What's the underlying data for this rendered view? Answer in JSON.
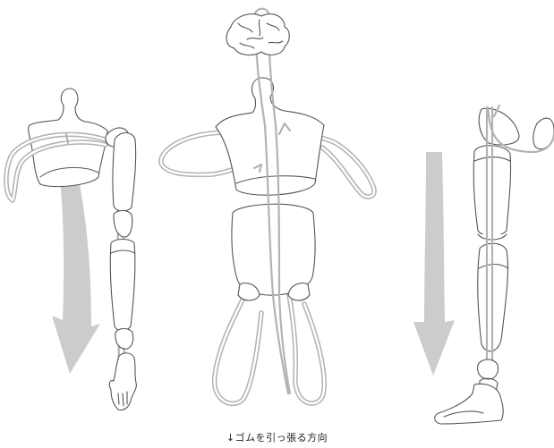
{
  "caption": "↓ゴムを引っ張る方向",
  "colors": {
    "outline": "#555555",
    "cord": "#b3b3b3",
    "arrow": "#cccccc",
    "background": "#ffffff"
  },
  "figures": [
    {
      "id": "arm-assembly",
      "parts": [
        "torso",
        "shoulder-joint",
        "upper-arm",
        "elbow-joint",
        "forearm",
        "wrist-joint",
        "hand"
      ],
      "arrow": "down"
    },
    {
      "id": "full-body-stringing",
      "parts": [
        "brain",
        "torso",
        "pelvis",
        "leg-loop-left",
        "leg-loop-right",
        "arm-loop"
      ]
    },
    {
      "id": "leg-assembly",
      "parts": [
        "hip-sockets",
        "thigh",
        "knee-joint",
        "shin",
        "ankle-joint",
        "foot"
      ],
      "arrow": "down"
    }
  ]
}
